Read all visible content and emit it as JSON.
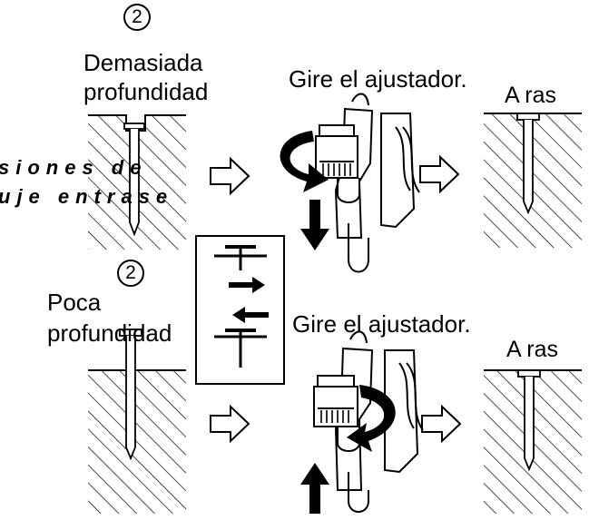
{
  "top": {
    "step_number": "2",
    "condition_line1": "Demasiada",
    "condition_line2": "profundidad",
    "action": "Gire el ajustador.",
    "result": "A ras"
  },
  "bottom": {
    "step_number": "2",
    "condition_line1": "Poca",
    "condition_line2": "profundidad",
    "action": "Gire el ajustador.",
    "result": "A ras"
  },
  "overlay": {
    "line1": "siones de",
    "line2": "uje entrase"
  },
  "icons": {
    "flow_arrow": "hollow-right-arrow-icon",
    "move_down": "down-arrow-icon",
    "move_up": "up-arrow-icon",
    "rotate": "rotate-arrow-icon"
  },
  "colors": {
    "ink": "#000000",
    "paper": "#ffffff"
  }
}
